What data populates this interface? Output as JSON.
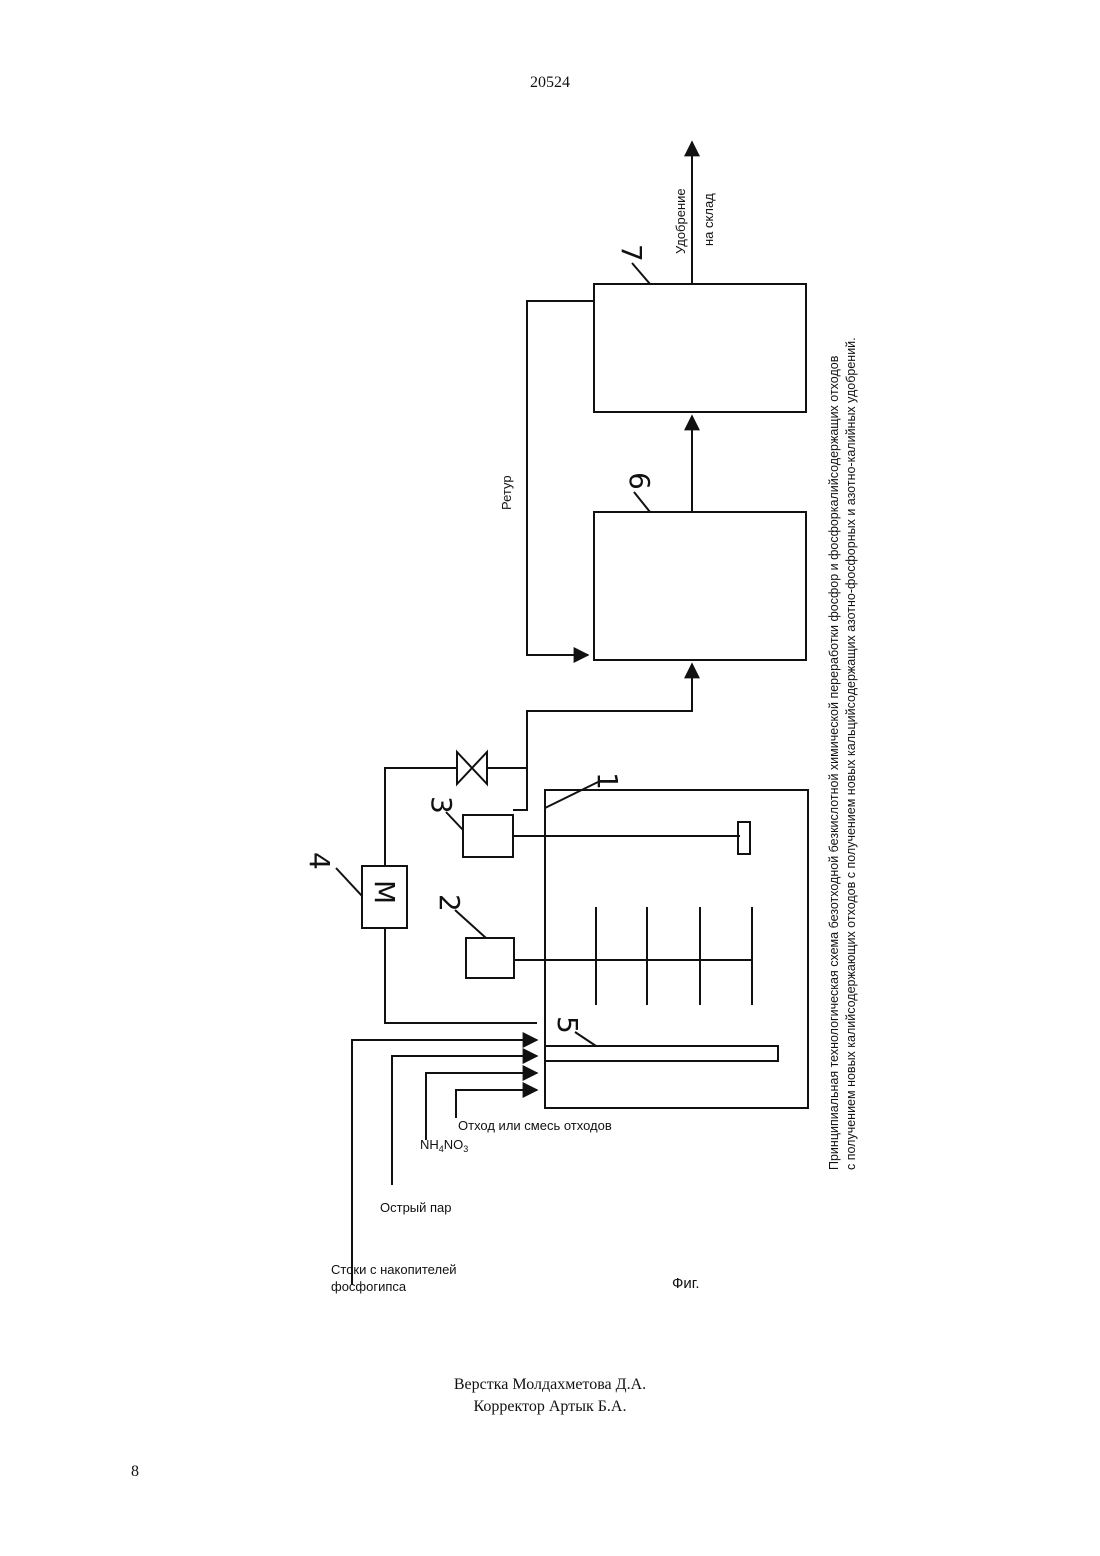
{
  "header": {
    "document_number": "20524"
  },
  "figure": {
    "caption_line1": "Принципиальная технологическая схема безотходной безкислотной химической переработки фосфор и фосфоркалийсодержащих отходов",
    "caption_line2": "с получением новых калийсодержающих отходов с получением новых кальцийсодержащих азотно-фосфорных и азотно-калийных удобрений.",
    "fig_label": "Фиг.",
    "labels": {
      "fertilizer_line1": "Удобрение",
      "fertilizer_line2": "на склад",
      "retur": "Ретур",
      "waste": "Отход или смесь отходов",
      "nh4no3_main": "NH",
      "nh4no3_sub1": "4",
      "nh4no3_mid": "NO",
      "nh4no3_sub2": "3",
      "steam": "Острый пар",
      "drain_line1": "Стоки с накопителей",
      "drain_line2": "фосфогипса"
    },
    "units": {
      "u1": "1",
      "u2": "2",
      "u3": "3",
      "u4": "4",
      "u5": "5",
      "u6": "6",
      "u7": "7",
      "motor": "М"
    }
  },
  "footer": {
    "layout": "Верстка Молдахметова Д.А.",
    "corrector": "Корректор Артык Б.А.",
    "page_number": "8"
  }
}
